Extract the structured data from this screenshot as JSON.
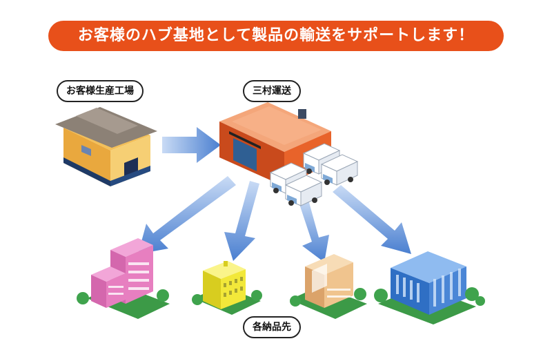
{
  "banner": {
    "text": "お客様のハブ基地として製品の輸送をサポートします！"
  },
  "labels": {
    "factory": "お客様生産工場",
    "hub": "三村運送",
    "destinations": "各納品先"
  },
  "colors": {
    "banner": "#e8501a",
    "arrow": "#5b8fd9",
    "hub_building": "#e8632a",
    "factory_wall": "#f3c05a",
    "dest_pink": "#e77fc0",
    "dest_yellow": "#f2e83a",
    "dest_beige": "#f0c48e",
    "dest_blue": "#4a86d6",
    "tree": "#3fa34d"
  }
}
